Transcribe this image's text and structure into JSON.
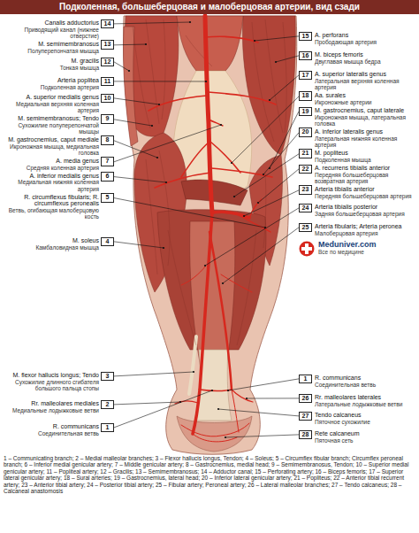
{
  "diagram": {
    "title": "Подколенная, большеберцовая и малоберцовая артерии, вид сзади",
    "caption": "1 – Communicating branch; 2 – Medial malleolar branches; 3 – Flexor hallucis longus, Tendon; 4 – Soleus; 5 – Circumflex fibular branch; Circumflex peroneal branch; 6 – Inferior medial genicular artery; 7 – Middle genicular artery; 8 – Gastrocnemius, medial head; 9 – Semimembranosus, Tendon; 10 – Superior medial genicular artery; 11 – Popliteal artery; 12 – Gracilis; 13 – Semimembranosus; 14 – Adductor canal; 15 – Perforating artery; 16 – Biceps femoris; 17 – Superior lateral genicular artery; 18 – Sural arteries; 19 – Gastrocnemius, lateral head; 20 – Inferior lateral genicular artery; 21 – Popliteus; 22 – Anterior tibial recurrent artery; 23 – Anterior tibial artery; 24 – Posterior tibial artery; 25 – Fibular artery; Peroneal artery; 26 – Lateral malleolar branches; 27 – Tendo calcaneus; 28 – Calcaneal anastomosis",
    "nodes": [
      {
        "text": [
          "14"
        ]
      },
      {
        "text": [
          "13"
        ]
      },
      {
        "text": [
          "12"
        ]
      },
      {
        "text": [
          "11"
        ]
      },
      {
        "text": [
          "10"
        ]
      },
      {
        "text": [
          "9"
        ]
      },
      {
        "text": [
          "8"
        ]
      },
      {
        "text": [
          "7"
        ]
      },
      {
        "text": [
          "6"
        ]
      },
      {
        "text": [
          "5"
        ]
      },
      {
        "text": [
          "4"
        ]
      },
      {
        "text": [
          "3"
        ]
      },
      {
        "text": [
          "2"
        ]
      },
      {
        "text": [
          "1"
        ]
      },
      {
        "text": [
          "15"
        ]
      },
      {
        "text": [
          "16"
        ]
      },
      {
        "text": [
          "17"
        ]
      },
      {
        "text": [
          "18"
        ]
      },
      {
        "text": [
          "19"
        ]
      },
      {
        "text": [
          "20"
        ]
      },
      {
        "text": [
          "21"
        ]
      },
      {
        "text": [
          "22"
        ]
      },
      {
        "text": [
          "23"
        ]
      },
      {
        "text": [
          "24"
        ]
      },
      {
        "text": [
          "25"
        ]
      },
      {
        "text": [
          "1"
        ]
      },
      {
        "text": [
          "26"
        ]
      },
      {
        "text": [
          "27"
        ]
      },
      {
        "text": [
          "28"
        ]
      }
    ],
    "labels": [
      "Canalis adductorius",
      "Приводящий канал (нижнее отверстие)",
      "M. semimembranosus",
      "Полуперепончатая мышца",
      "M. gracilis",
      "Тонкая мышца",
      "Arteria poplitea",
      "Подколенная артерия",
      "A. superior medialis genus",
      "Медиальная верхняя коленная артерия",
      "M. semimembranosus; Tendo",
      "Сухожилие полуперепончатой мышцы",
      "M. gastrocnemius, caput mediale",
      "Икроножная мышца, медиальная головка",
      "A. media genus",
      "Средняя коленная артерия",
      "A. inferior medialis genus",
      "Медиальная нижняя коленная артерия",
      "R. circumflexus fibularis; R. circumflexus peronealis",
      "Ветвь, огибающая малоберцовую кость",
      "M. soleus",
      "Камбаловидная мышца",
      "M. flexor hallucis longus; Tendo",
      "Сухожилие длинного сгибателя большого пальца стопы",
      "Rr. malleolares mediales",
      "Медиальные лодыжковые ветви",
      "R. communicans",
      "Соединительная ветвь",
      "A. perforans",
      "Прободающая артерия",
      "M. biceps femoris",
      "Двуглавая мышца бедра",
      "A. superior lateralis genus",
      "Латеральная верхняя коленная артерия",
      "Aa. surales",
      "Икроножные артерии",
      "M. gastrocnemius, caput laterale",
      "Икроножная мышца, латеральная головка",
      "A. inferior lateralis genus",
      "Латеральная нижняя коленная артерия",
      "M. popliteus",
      "Подколенная мышца",
      "A. recurrens tibialis anterior",
      "Передняя большеберцовая возвратная артерия",
      "Arteria tibialis anterior",
      "Передняя большеберцовая артерия",
      "Arteria tibialis posterior",
      "Задняя большеберцовая артерия",
      "Arteria fibularis; Arteria peronea",
      "Малоберцовая артерия",
      "R. communicans",
      "Соединительная ветвь",
      "Rr. malleolares laterales",
      "Латеральные лодыжковые ветви",
      "Tendo calcaneus",
      "Пяточное сухожилие",
      "Rete calcaneum",
      "Пяточная сеть",
      "Meduniver.com",
      "Все по медицине"
    ]
  }
}
